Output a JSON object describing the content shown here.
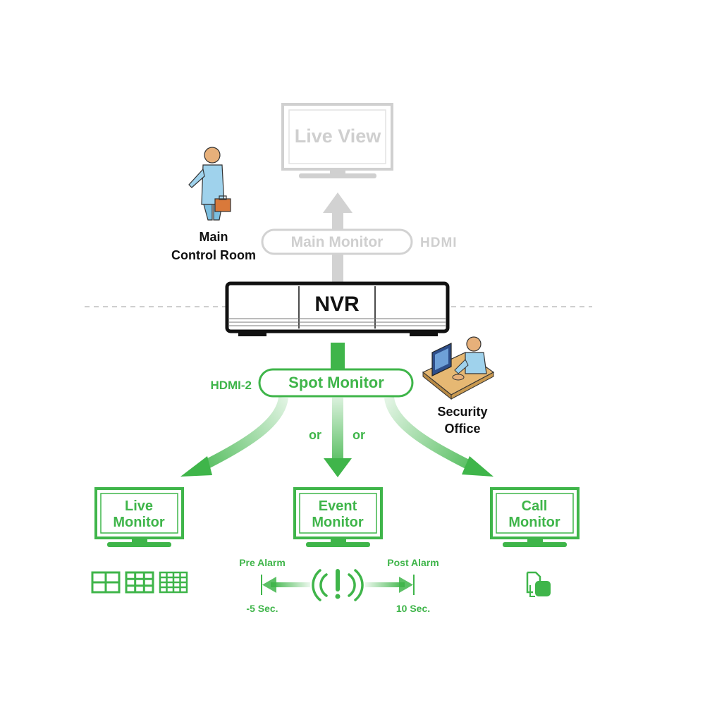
{
  "colors": {
    "green": "#3fb54a",
    "green_light": "#bfe8c3",
    "gray": "#d2d2d2",
    "gray_text": "#cfcfcf",
    "black": "#111111",
    "dash": "#cfcfcf"
  },
  "main": {
    "live_view": "Live View",
    "main_monitor": "Main Monitor",
    "hdmi_logo": "HDMI",
    "control_room": [
      "Main",
      "Control Room"
    ]
  },
  "nvr": {
    "label": "NVR"
  },
  "spot": {
    "hdmi2": "HDMI-2",
    "spot_monitor": "Spot Monitor",
    "or_left": "or",
    "or_right": "or",
    "security_office": [
      "Security",
      "Office"
    ]
  },
  "monitors": {
    "live": [
      "Live",
      "Monitor"
    ],
    "event": [
      "Event",
      "Monitor"
    ],
    "call": [
      "Call",
      "Monitor"
    ]
  },
  "alarm": {
    "pre": "Pre Alarm",
    "post": "Post Alarm",
    "pre_time": "-5 Sec.",
    "post_time": "10 Sec."
  },
  "icons": {
    "person": "person-with-briefcase-icon",
    "desk": "security-desk-icon",
    "grids": [
      "grid-4-icon",
      "grid-9-icon",
      "grid-16-icon"
    ],
    "alarm": "alarm-signal-icon",
    "call": "call-switch-icon"
  }
}
